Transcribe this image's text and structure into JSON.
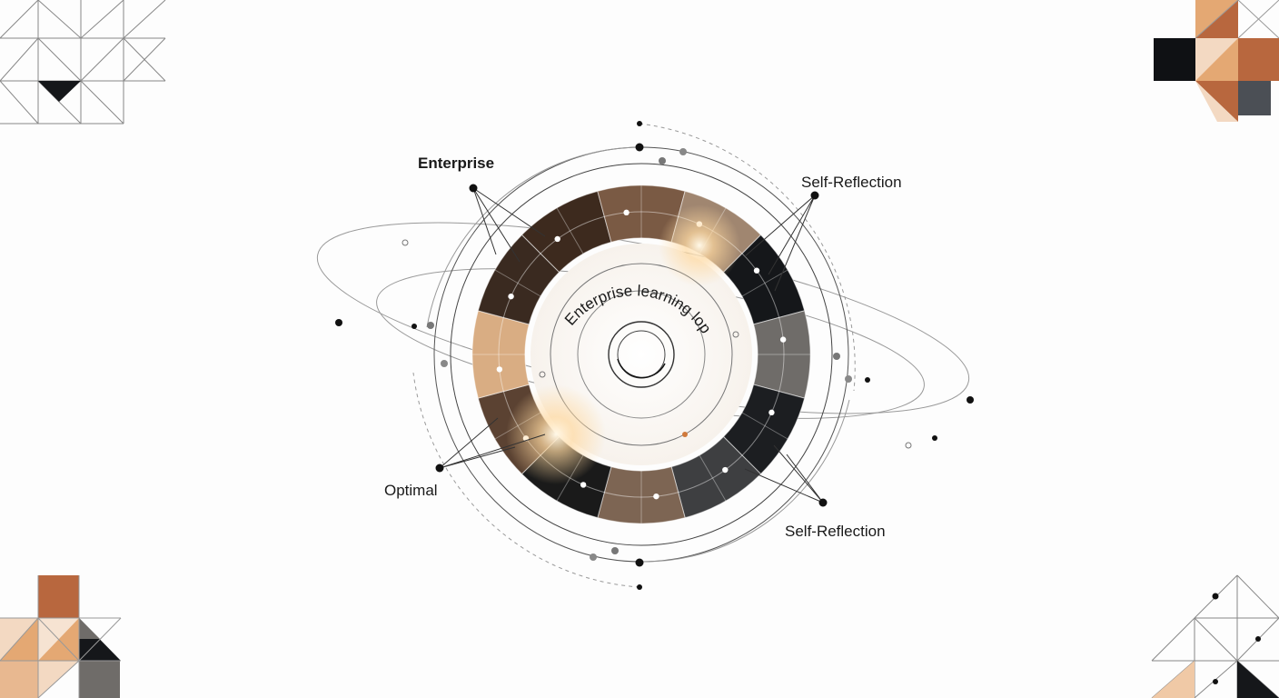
{
  "labels": {
    "top_left": "Enterprise",
    "top_right": "Self-Reflection",
    "bottom_left": "Optimal",
    "bottom_right": "Self-Reflection",
    "center": "Enterprise learning lop"
  },
  "colors": {
    "dark_brown": "#3d2a1e",
    "brown": "#6b4d39",
    "mid_brown": "#8e735f",
    "tan": "#d9ad83",
    "black": "#15171a",
    "gray": "#6f6c69",
    "copper": "#b8673e",
    "peach": "#e4a873",
    "light_peach": "#f3d9c2",
    "slate": "#4b4f55"
  },
  "ring_segments": [
    {
      "name": "top-left-dark",
      "color": "#3d2a1e"
    },
    {
      "name": "top-brown",
      "color": "#7a5a44"
    },
    {
      "name": "top-right-tan",
      "color": "#a08670"
    },
    {
      "name": "right-black",
      "color": "#15171a"
    },
    {
      "name": "right-gray",
      "color": "#6f6c69"
    },
    {
      "name": "bottom-right-black",
      "color": "#1c1e21"
    },
    {
      "name": "bottom-gray",
      "color": "#3e3f41"
    },
    {
      "name": "bottom-brown",
      "color": "#7d6553"
    },
    {
      "name": "left-black",
      "color": "#1a1a1a"
    },
    {
      "name": "left-brown",
      "color": "#5b4232"
    },
    {
      "name": "left-tan",
      "color": "#d9ad83"
    },
    {
      "name": "upper-left-dark",
      "color": "#3a2a20"
    }
  ]
}
